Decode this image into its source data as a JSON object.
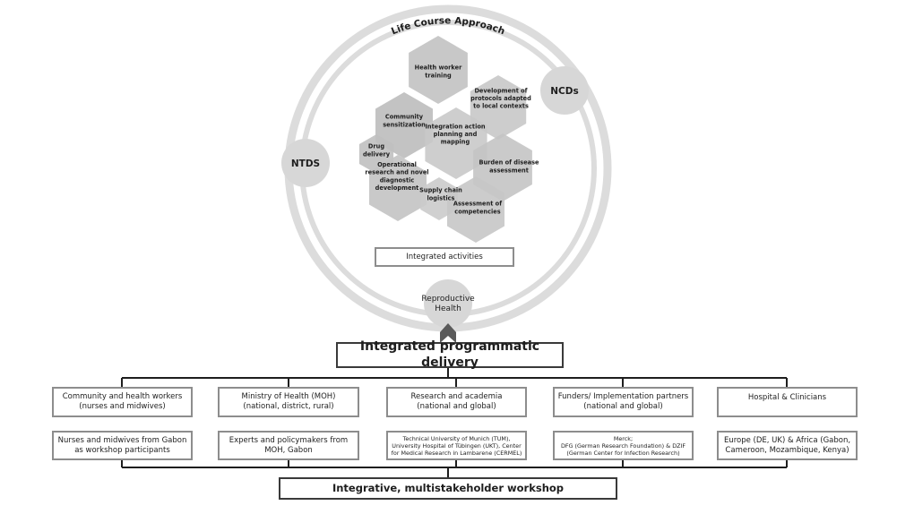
{
  "circle": {
    "top_label": "Life Course Approach",
    "left_node": "NTDS",
    "right_node": "NCDs",
    "bottom_node": [
      "Reproductive",
      "Health"
    ]
  },
  "hexagons": [
    {
      "lines": [
        "Health worker",
        "training"
      ]
    },
    {
      "lines": [
        "Development of",
        "protocols adapted",
        "to local contexts"
      ]
    },
    {
      "lines": [
        "Community",
        "sensitization"
      ]
    },
    {
      "lines": [
        "Integration action",
        "planning and",
        "mapping"
      ]
    },
    {
      "lines": [
        "Drug",
        "delivery"
      ]
    },
    {
      "lines": [
        "Burden of disease",
        "assessment"
      ]
    },
    {
      "lines": [
        "Operational",
        "research and novel",
        "diagnostic",
        "development"
      ]
    },
    {
      "lines": [
        "Supply chain",
        "logistics"
      ]
    },
    {
      "lines": [
        "Assessment of",
        "competencies"
      ]
    }
  ],
  "integrated_activities": "Integrated activities",
  "delivery_title": "Integrated programmatic delivery",
  "stakeholders": [
    {
      "header": [
        "Community and health workers",
        "(nurses and midwives)"
      ],
      "detail": [
        "Nurses and midwives from Gabon",
        "as workshop participants"
      ]
    },
    {
      "header": [
        "Ministry of Health (MOH)",
        "(national, district, rural)"
      ],
      "detail": [
        "Experts and policymakers from",
        "MOH, Gabon"
      ]
    },
    {
      "header": [
        "Research and academia",
        "(national and global)"
      ],
      "detail": [
        "Technical University of Munich (TUM),",
        "University Hospital of Tübingen (UKT), Center",
        "for Medical Research in Lambarene (CERMEL)"
      ]
    },
    {
      "header": [
        "Funders/ Implementation partners",
        "(national and global)"
      ],
      "detail": [
        "Merck;",
        "DFG (German Research Foundation) & DZIF",
        "(German Center for Infection Research)"
      ]
    },
    {
      "header": [
        "Hospital & Clinicians"
      ],
      "detail": [
        "Europe (DE, UK) & Africa (Gabon,",
        "Cameroon, Mozambique, Kenya)"
      ]
    }
  ],
  "workshop_title": "Integrative, multistakeholder workshop",
  "colors": {
    "ring": "#dcdcdc",
    "node": "#d7d7d7",
    "hexagon": "#c6c6c6",
    "box_border": "#8d8d8d",
    "dark_border": "#3a3a3a",
    "arrow": "#5a5a5a"
  }
}
